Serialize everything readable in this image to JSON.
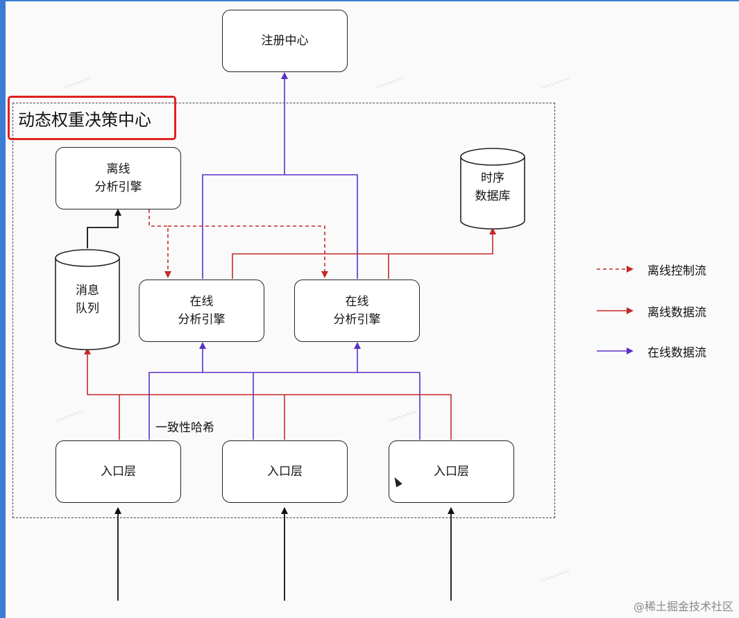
{
  "diagram": {
    "registry": "注册中心",
    "region_title": "动态权重决策中心",
    "offline_engine": "离线\n分析引擎",
    "tsdb": "时序\n数据库",
    "message_queue": "消息\n队列",
    "online_engine_1": "在线\n分析引擎",
    "online_engine_2": "在线\n分析引擎",
    "hash_label": "一致性哈希",
    "entry_1": "入口层",
    "entry_2": "入口层",
    "entry_3": "入口层"
  },
  "legend": [
    {
      "label": "离线控制流",
      "color": "#c62828",
      "style": "dashed"
    },
    {
      "label": "离线数据流",
      "color": "#c62828",
      "style": "solid"
    },
    {
      "label": "在线数据流",
      "color": "#5b2fc9",
      "style": "solid"
    }
  ],
  "brand": "@稀土掘金技术社区",
  "colors": {
    "offline": "#c62828",
    "online": "#5b2fc9",
    "highlight": "#e02020"
  }
}
